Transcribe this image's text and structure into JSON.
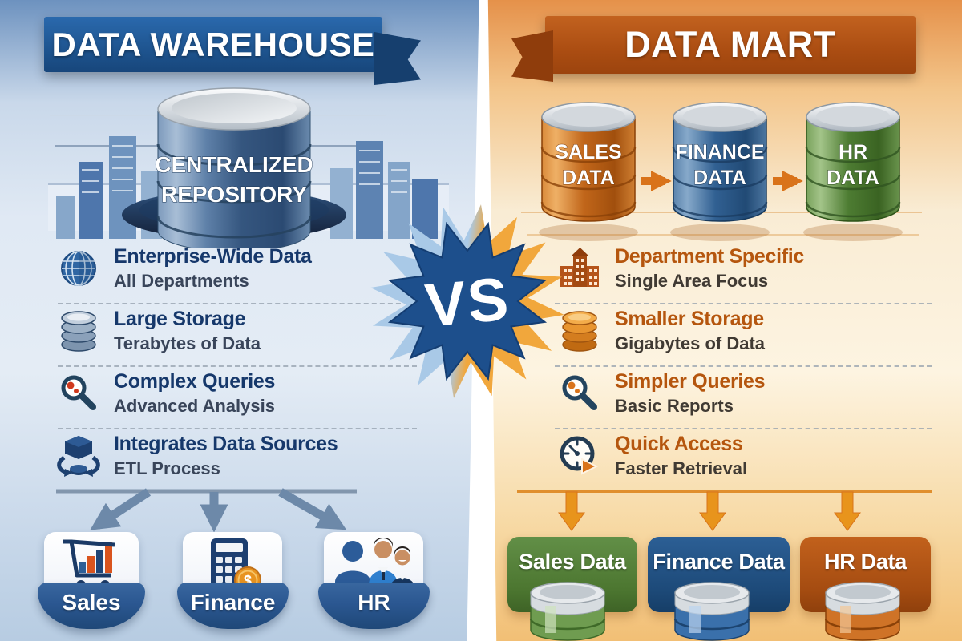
{
  "versus": {
    "label": "VS"
  },
  "left": {
    "title": "DATA WAREHOUSE",
    "cylinder": {
      "line1": "CENTRALIZED",
      "line2": "REPOSITORY"
    },
    "features": [
      {
        "icon": "globe-icon",
        "title": "Enterprise-Wide Data",
        "subtitle": "All Departments"
      },
      {
        "icon": "database-stack-icon",
        "title": "Large Storage",
        "subtitle": "Terabytes of Data"
      },
      {
        "icon": "magnifier-icon",
        "title": "Complex Queries",
        "subtitle": "Advanced Analysis"
      },
      {
        "icon": "etl-cube-icon",
        "title": "Integrates Data Sources",
        "subtitle": "ETL Process"
      }
    ],
    "departments": [
      {
        "icon": "cart-chart-icon",
        "label": "Sales"
      },
      {
        "icon": "calculator-icon",
        "label": "Finance"
      },
      {
        "icon": "people-icon",
        "label": "HR"
      }
    ]
  },
  "right": {
    "title": "DATA MART",
    "marts": [
      {
        "line1": "SALES",
        "line2": "DATA",
        "color": "#c0661a"
      },
      {
        "line1": "FINANCE",
        "line2": "DATA",
        "color": "#2f5f93"
      },
      {
        "line1": "HR",
        "line2": "DATA",
        "color": "#4d7c32"
      }
    ],
    "features": [
      {
        "icon": "building-icon",
        "title": "Department Specific",
        "subtitle": "Single Area Focus"
      },
      {
        "icon": "database-orange-icon",
        "title": "Smaller Storage",
        "subtitle": "Gigabytes of Data"
      },
      {
        "icon": "magnifier-orange-icon",
        "title": "Simpler Queries",
        "subtitle": "Basic Reports"
      },
      {
        "icon": "clock-icon",
        "title": "Quick Access",
        "subtitle": "Faster Retrieval"
      }
    ],
    "outputs": [
      {
        "label": "Sales Data",
        "color": "#4e7e3b"
      },
      {
        "label": "Finance Data",
        "color": "#1f4e80"
      },
      {
        "label": "HR Data",
        "color": "#b5541c"
      }
    ]
  },
  "colors": {
    "left_banner": "#1e548f",
    "right_banner": "#ab4d12",
    "left_title_text": "#16386b",
    "left_sub_text": "#39455a",
    "right_title_text": "#b5560e",
    "right_sub_text": "#403a33",
    "vs_star": "#1d4f8c",
    "vs_spike_left": "#a9c9e7",
    "vs_spike_right": "#f1a73c",
    "arrow_left": "#6d89a9",
    "arrow_right": "#e8941c"
  }
}
